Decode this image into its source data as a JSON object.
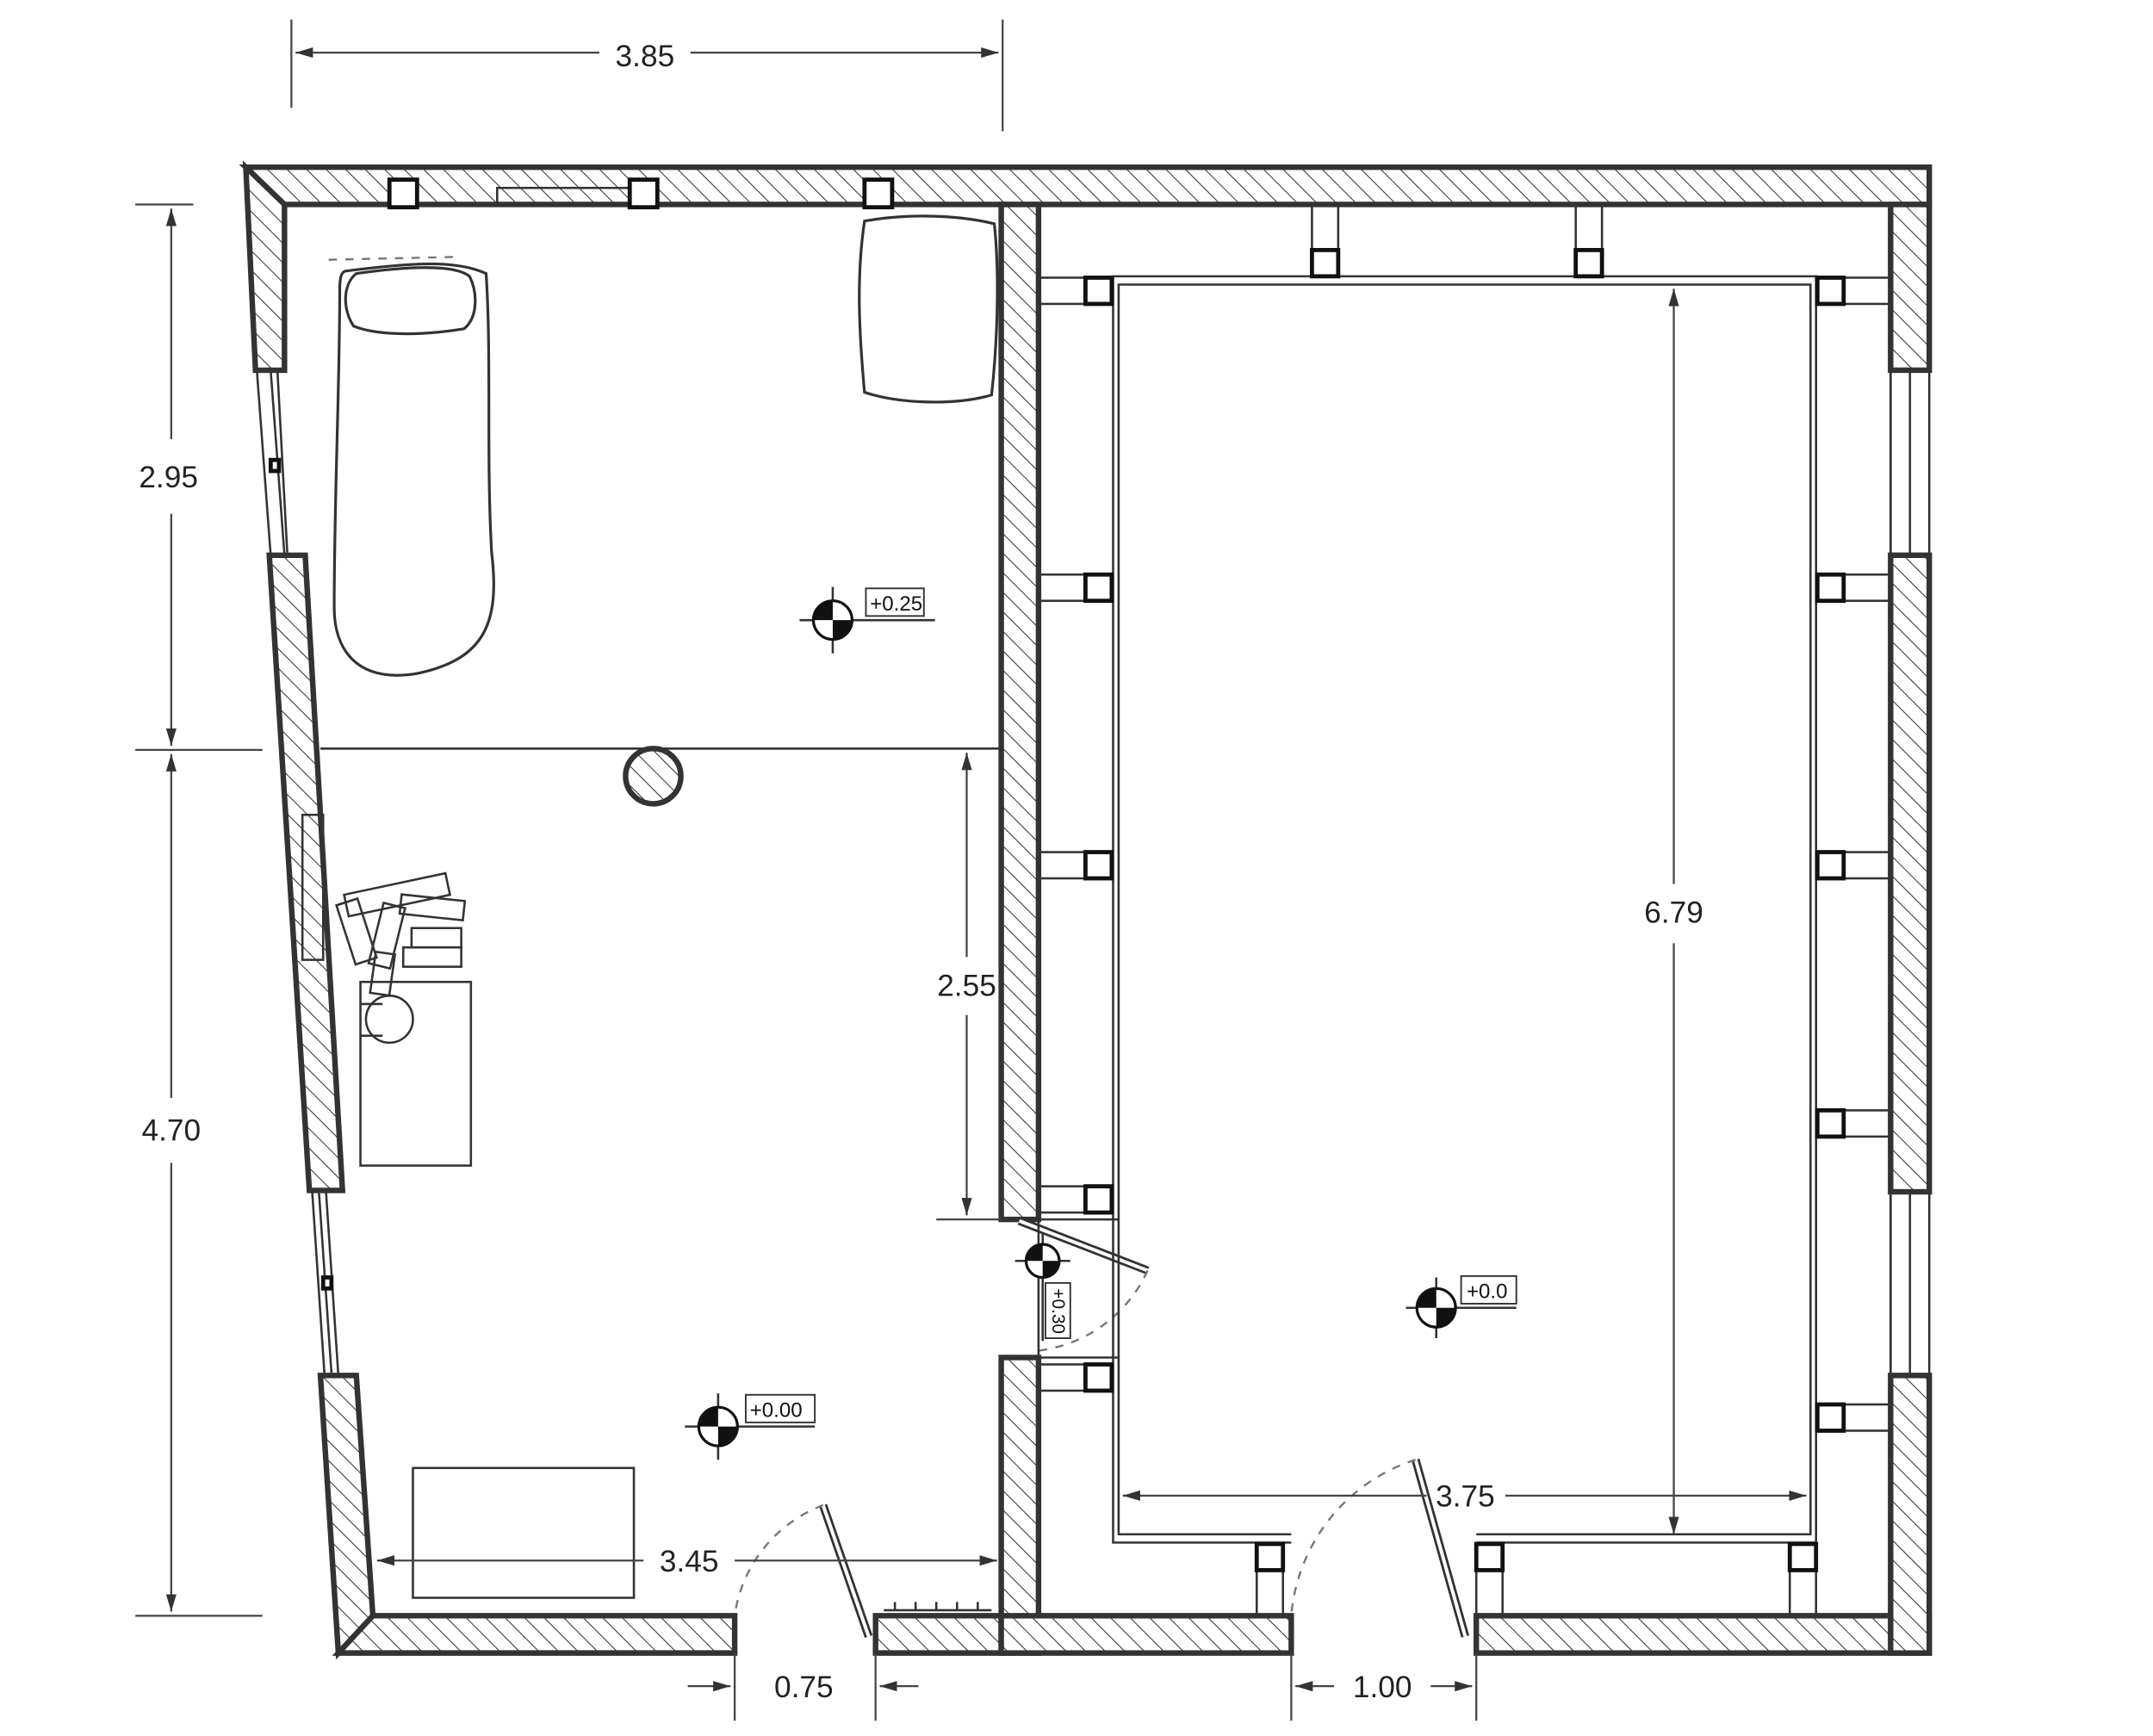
{
  "dimensions": {
    "top_width": "3.85",
    "left_upper": "2.95",
    "left_lower": "4.70",
    "inner_height": "2.55",
    "bottom_width": "3.45",
    "door_left": "0.75",
    "door_right": "1.00",
    "right_height": "6.79",
    "right_width": "3.75"
  },
  "levels": {
    "upper_room": "+0.25",
    "lower_room": "+0.00",
    "passage": "+0.30",
    "right_room": "+0.0"
  }
}
